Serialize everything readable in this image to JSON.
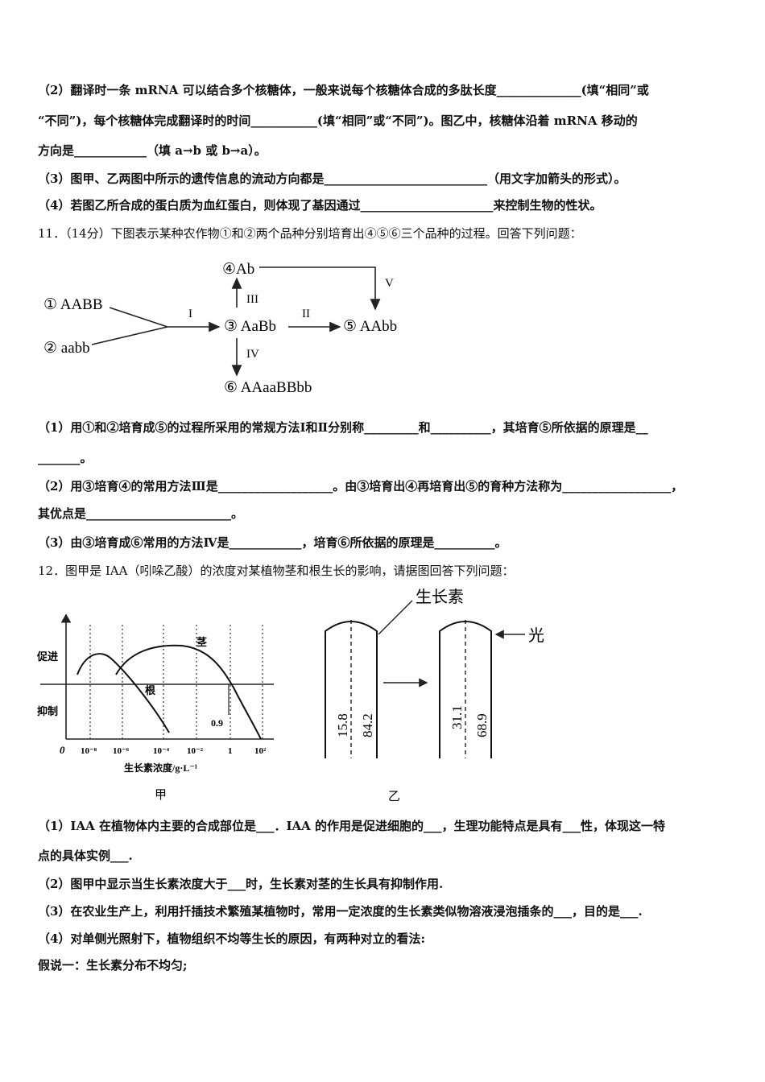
{
  "q10": {
    "l1": "（2）翻译时一条 mRNA 可以结合多个核糖体，一般来说每个核糖体合成的多肽长度______________(填“相同”或",
    "l2": "“不同”)，每个核糖体完成翻译时的时间___________(填“相同”或“不同”)。图乙中，核糖体沿着 mRNA 移动的",
    "l3": "方向是____________（填 a→b 或 b→a）。",
    "l4": "（3）图甲、乙两图中所示的遗传信息的流动方向都是___________________________（用文字加箭头的形式）。",
    "l5": "（4）若图乙所合成的蛋白质为血红蛋白，则体现了基因通过______________________来控制生物的性状。"
  },
  "q11": {
    "stem": "11．（14分）下图表示某种农作物①和②两个品种分别培育出④⑤⑥三个品种的过程。回答下列问题：",
    "diagram": {
      "n1": "① AABB",
      "n2": "② aabb",
      "n3": "③ AaBb",
      "n4": "④Ab",
      "n5": "⑤ AAbb",
      "n6": "⑥ AAaaBBbb",
      "m1": "I",
      "m2": "II",
      "m3": "III",
      "m4": "IV",
      "m5": "V"
    },
    "q1a": "（1）用①和②培育成⑤的过程所采用的常规方法Ⅰ和Ⅱ分别称_________和__________，其培育⑤所依据的原理是__",
    "q1b": "_______。",
    "q2a": "（2）用③培育④的常用方法Ⅲ是___________________。由③培育出④再培育出⑤的育种方法称为__________________，",
    "q2b": "其优点是________________________。",
    "q3": "（3）由③培育成⑥常用的方法Ⅳ是____________，培育⑥所依据的原理是__________。"
  },
  "q12": {
    "stem": "12．图甲是 IAA（吲哚乙酸）的浓度对某植物茎和根生长的影响，请据图回答下列问题：",
    "fig_jia": {
      "promote": "促进",
      "inhibit": "抑制",
      "stem": "茎",
      "root": "根",
      "mark": "0.9",
      "origin": "0",
      "ticks": [
        "10⁻⁸",
        "10⁻⁶",
        "10⁻⁴",
        "10⁻²",
        "1",
        "10²"
      ],
      "xlabel": "生长素浓度/g·L⁻¹",
      "caption": "甲"
    },
    "fig_yi": {
      "auxin": "生长素",
      "light": "光",
      "left_a": "15.8",
      "left_b": "84.2",
      "right_a": "31.1",
      "right_b": "68.9",
      "caption": "乙"
    },
    "q1a": "（1）IAA 在植物体内主要的合成部位是___．IAA 的作用是促进细胞的___，生理功能特点是具有___性，体现这一特",
    "q1b": "点的具体实例___.",
    "q2": "（2）图甲中显示当生长素浓度大于___时，生长素对茎的生长具有抑制作用.",
    "q3": "（3）在农业生产上，利用扦插技术繁殖某植物时，常用一定浓度的生长素类似物溶液浸泡插条的___，目的是___.",
    "q4": "（4）对单侧光照射下，植物组织不均等生长的原因，有两种对立的看法:",
    "h1": "假说一：生长素分布不均匀;"
  }
}
